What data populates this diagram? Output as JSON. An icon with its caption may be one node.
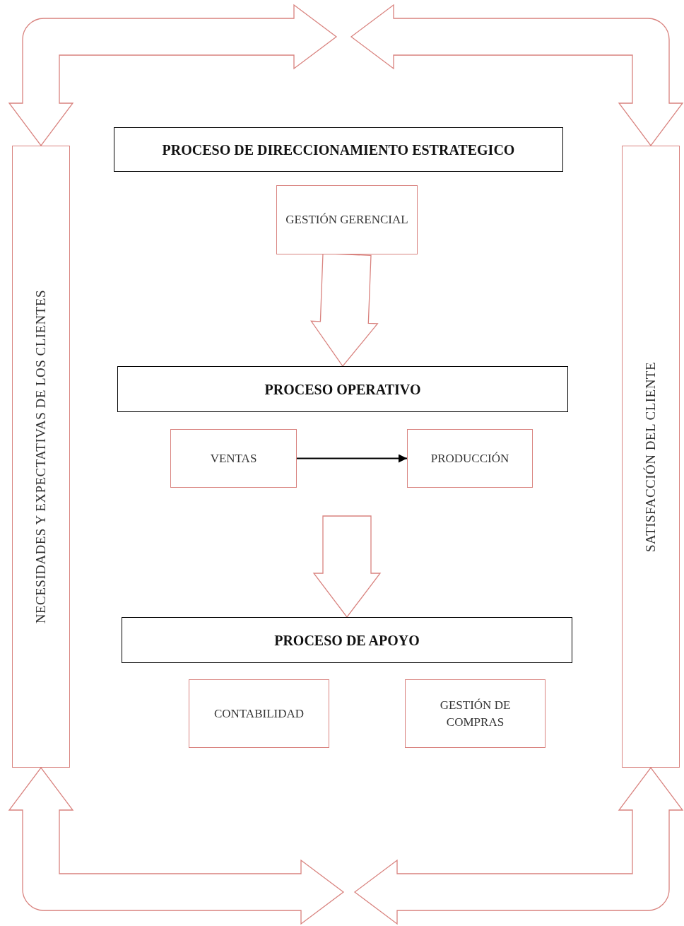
{
  "diagram": {
    "nodes": [
      {
        "text": [
          "NECESIDADES Y EXPECTATIVAS DE LOS CLIENTES"
        ]
      },
      {
        "text": [
          "PROCESO DE DIRECCIONAMIENTO ESTRATEGICO"
        ]
      },
      {
        "text": [
          "GESTIÓN GERENCIAL"
        ]
      },
      {
        "text": [
          "PROCESO OPERATIVO"
        ]
      },
      {
        "text": [
          "VENTAS"
        ]
      },
      {
        "text": [
          "PRODUCCIÓN"
        ]
      },
      {
        "text": [
          "PROCESO DE APOYO"
        ]
      },
      {
        "text": [
          "CONTABILIDAD"
        ]
      },
      {
        "text": [
          "GESTIÓN DE COMPRAS"
        ]
      },
      {
        "text": [
          "SATISFACCIÓN DEL CLIENTE"
        ]
      }
    ],
    "edges": [
      {
        "from": 2,
        "to": 3,
        "arrow": "to",
        "style": "thick"
      },
      {
        "from": 4,
        "to": 5,
        "arrow": "to",
        "color": "#000000"
      },
      {
        "from": null,
        "to": 6,
        "arrow": "to",
        "style": "thick"
      },
      {
        "from": null,
        "to": 0,
        "arrow": "both",
        "style": "thick"
      },
      {
        "from": null,
        "to": 9,
        "arrow": "both",
        "style": "thick"
      },
      {
        "from": null,
        "to": 0,
        "arrow": "both",
        "style": "thick"
      },
      {
        "from": null,
        "to": 9,
        "arrow": "both",
        "style": "thick"
      }
    ]
  }
}
